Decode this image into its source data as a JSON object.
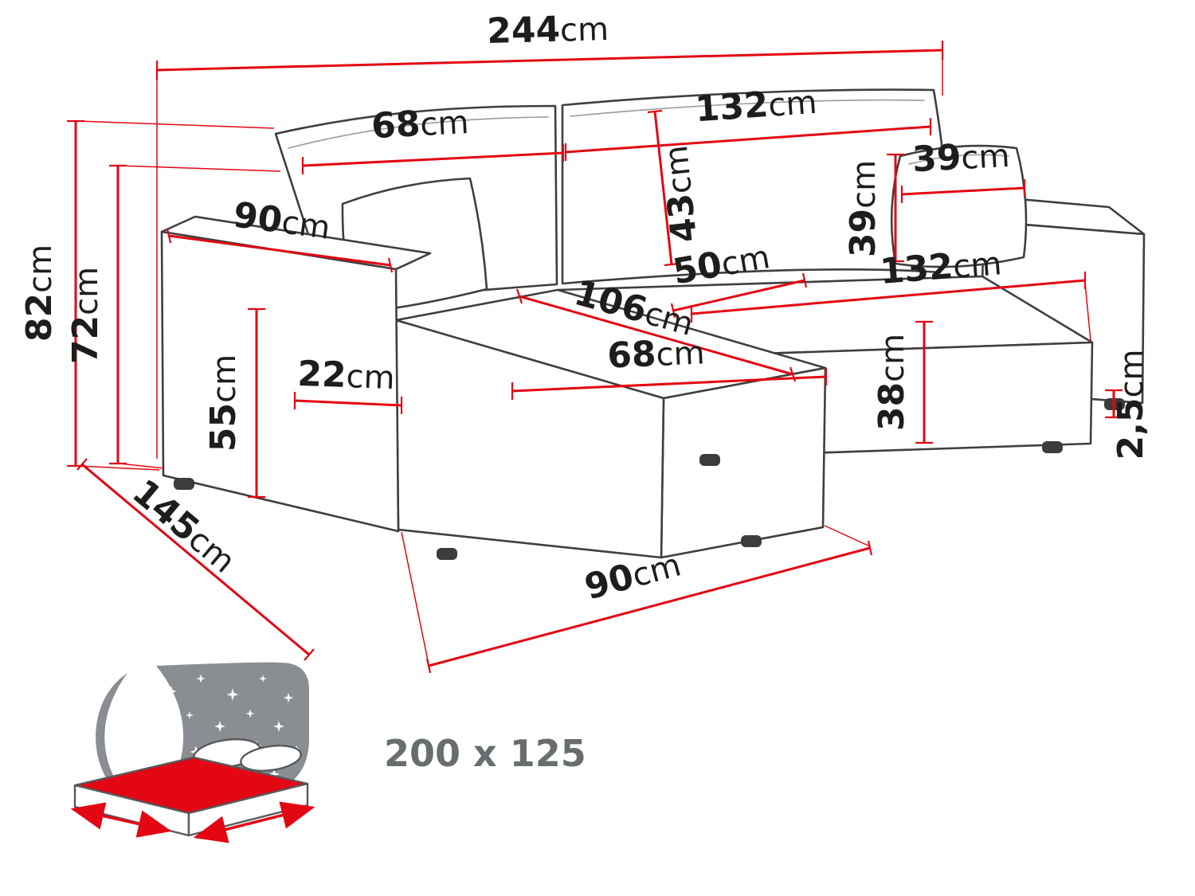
{
  "dims": {
    "total_width": {
      "v": "244",
      "u": "cm"
    },
    "backrest_left_width": {
      "v": "68",
      "u": "cm"
    },
    "backrest_right_width": {
      "v": "132",
      "u": "cm"
    },
    "backrest_cushion_height": {
      "v": "43",
      "u": "cm"
    },
    "pillow_width": {
      "v": "39",
      "u": "cm"
    },
    "pillow_height": {
      "v": "39",
      "u": "cm"
    },
    "total_height": {
      "v": "82",
      "u": "cm"
    },
    "backrest_height": {
      "v": "72",
      "u": "cm"
    },
    "armrest_depth": {
      "v": "90",
      "u": "cm"
    },
    "armrest_height": {
      "v": "55",
      "u": "cm"
    },
    "armrest_width": {
      "v": "22",
      "u": "cm"
    },
    "seat_depth": {
      "v": "50",
      "u": "cm"
    },
    "chaise_length": {
      "v": "106",
      "u": "cm"
    },
    "seat_width": {
      "v": "132",
      "u": "cm"
    },
    "chaise_seat_width": {
      "v": "68",
      "u": "cm"
    },
    "seat_height": {
      "v": "38",
      "u": "cm"
    },
    "leg_height": {
      "v": "2,5",
      "u": "cm"
    },
    "total_depth": {
      "v": "145",
      "u": "cm"
    },
    "chaise_depth": {
      "v": "90",
      "u": "cm"
    }
  },
  "sleeping_area": {
    "label": "200 x 125"
  },
  "colors": {
    "dimension_red": "#e30613",
    "outline_gray": "#3f3f3f",
    "label_black": "#1d1d1b",
    "icon_gray": "#8a8e92",
    "size_text_gray": "#686d70"
  }
}
